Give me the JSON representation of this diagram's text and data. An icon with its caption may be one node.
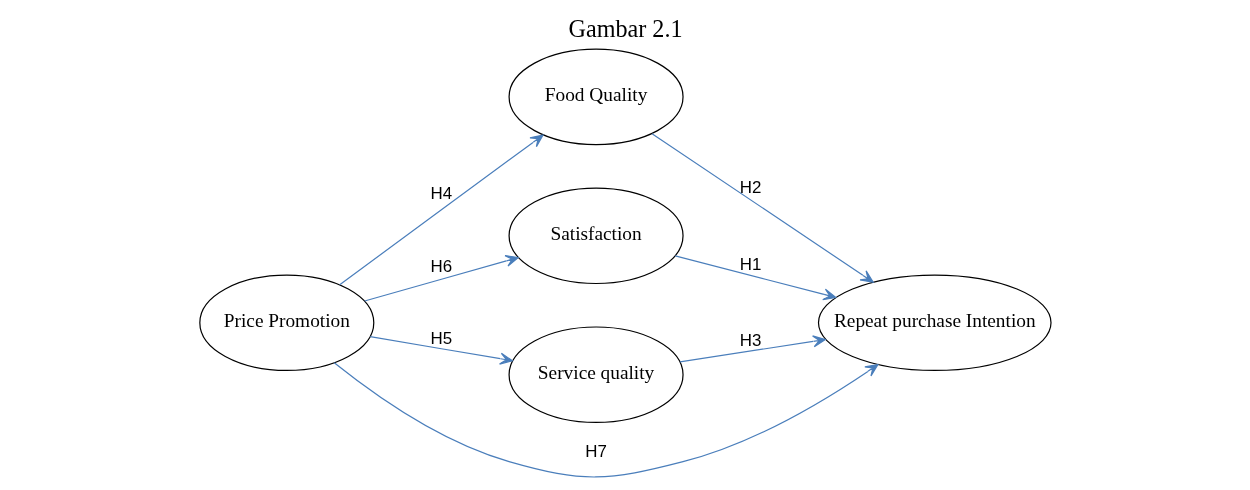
{
  "diagram": {
    "title": "Gambar 2.1",
    "nodes": [
      {
        "text": [
          "Price Promotion"
        ]
      },
      {
        "text": [
          "Food Quality"
        ]
      },
      {
        "text": [
          "Satisfaction"
        ]
      },
      {
        "text": [
          "Service quality"
        ]
      },
      {
        "text": [
          "Repeat purchase Intention"
        ]
      }
    ],
    "edges": [
      {
        "from": 0,
        "to": 1,
        "arrow": "to",
        "label": "H4"
      },
      {
        "from": 0,
        "to": 2,
        "arrow": "to",
        "label": "H6"
      },
      {
        "from": 0,
        "to": 3,
        "arrow": "to",
        "label": "H5"
      },
      {
        "from": 1,
        "to": 4,
        "arrow": "to",
        "label": "H2"
      },
      {
        "from": 2,
        "to": 4,
        "arrow": "to",
        "label": "H1"
      },
      {
        "from": 3,
        "to": 4,
        "arrow": "to",
        "label": "H3"
      },
      {
        "from": 0,
        "to": 4,
        "arrow": "to",
        "label": "H7"
      }
    ]
  }
}
